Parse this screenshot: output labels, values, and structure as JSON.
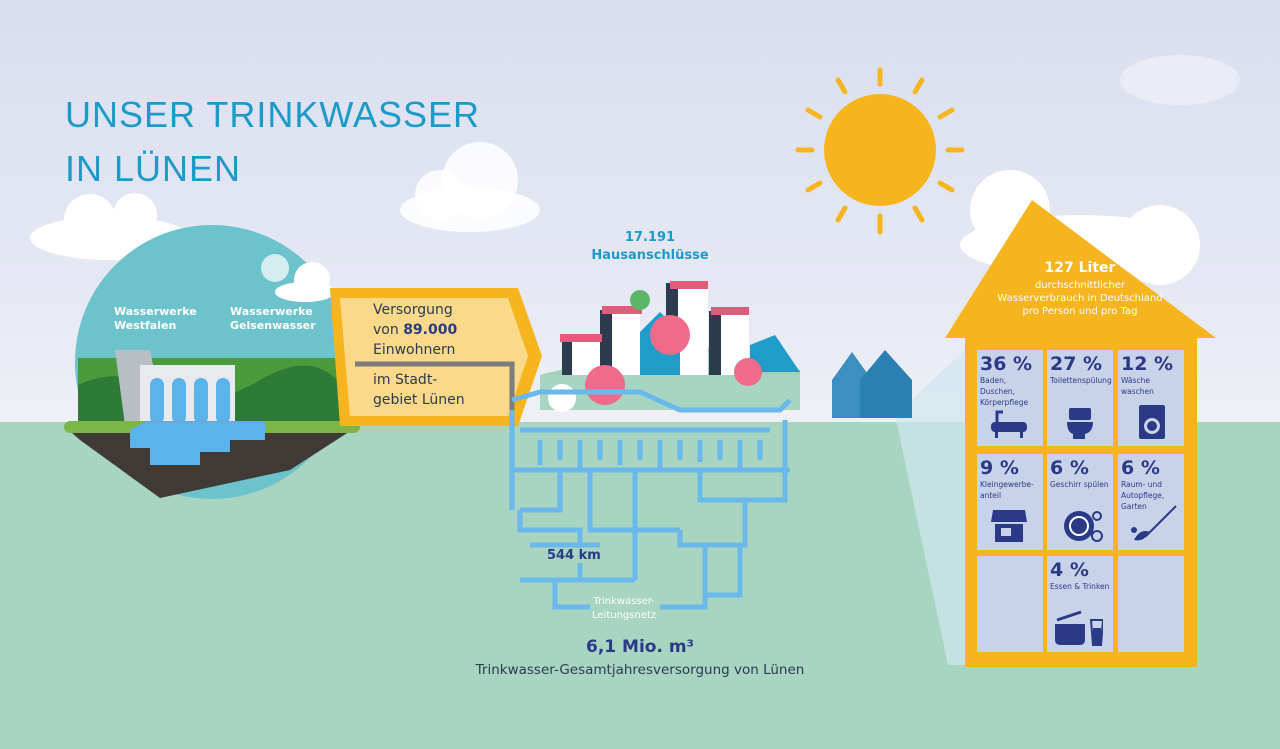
{
  "title": {
    "line1": "UNSER TRINKWASSER",
    "line2": "IN LÜNEN"
  },
  "waterworks": {
    "left": {
      "line1": "Wasserwerke",
      "line2": "Westfalen"
    },
    "right": {
      "line1": "Wasserwerke",
      "line2": "Gelsenwasser"
    }
  },
  "supply": {
    "line1": "Versorgung",
    "line2_prefix": "von ",
    "population": "89.000",
    "line3": "Einwohnern",
    "area_line1": "im Stadt-",
    "area_line2": "gebiet Lünen"
  },
  "connections": {
    "count": "17.191",
    "label": "Hausanschlüsse"
  },
  "network": {
    "length": "544 km",
    "label_line1": "Trinkwasser-",
    "label_line2": "Leitungsnetz"
  },
  "annual": {
    "value": "6,1 Mio. m³",
    "label": "Trinkwasser-Gesamtjahresversorgung von Lünen"
  },
  "consumption": {
    "value": "127 Liter",
    "desc_line1": "durchschnittlicher",
    "desc_line2": "Wasserverbrauch in Deutschland",
    "desc_line3": "pro Person und pro Tag",
    "items": [
      {
        "pct": "36 %",
        "label": "Baden, Duschen, Körperpflege",
        "icon": "bathtub-icon"
      },
      {
        "pct": "27 %",
        "label": "Toilettenspülung",
        "icon": "toilet-icon"
      },
      {
        "pct": "12 %",
        "label": "Wäsche waschen",
        "icon": "washing-machine-icon"
      },
      {
        "pct": "9 %",
        "label": "Kleingewerbe-anteil",
        "icon": "shop-icon"
      },
      {
        "pct": "6 %",
        "label": "Geschirr spülen",
        "icon": "dishwashing-icon"
      },
      {
        "pct": "6 %",
        "label": "Raum- und Autopflege, Garten",
        "icon": "broom-icon"
      },
      {
        "pct": "4 %",
        "label": "Essen & Trinken",
        "icon": "cooking-pot-icon"
      }
    ]
  },
  "colors": {
    "accent": "#1c9bc8",
    "navy": "#2b3a86",
    "yellow": "#f6b51e",
    "ground": "#a7d5c2",
    "pipe": "#6bb8ea"
  }
}
